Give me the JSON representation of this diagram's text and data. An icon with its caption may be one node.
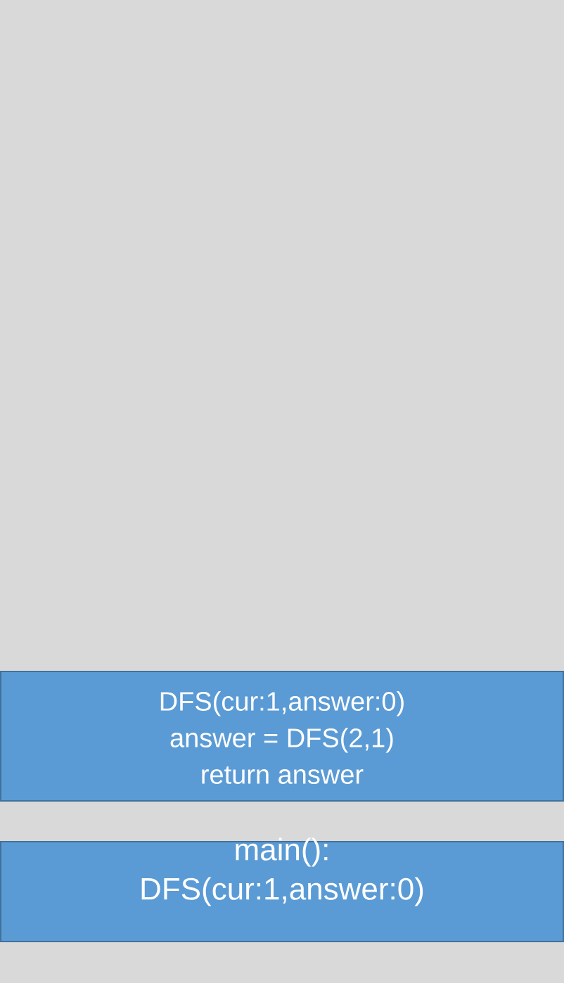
{
  "diagram": {
    "nodes": [
      {
        "text": [
          "DFS(cur:1,answer:0)",
          "answer = DFS(2,1)",
          "return answer"
        ]
      },
      {
        "text": [
          "main():",
          "DFS(cur:1,answer:0)"
        ]
      }
    ]
  }
}
